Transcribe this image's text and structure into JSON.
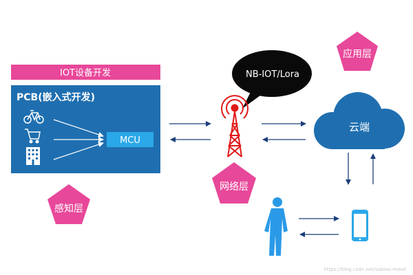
{
  "dev_bar_label": "IOT设备开发",
  "pcb_title": "PCB(嵌入式开发)",
  "mcu_label": "MCU",
  "device_icons": [
    "bicycle-icon",
    "shopping-cart-icon",
    "building-icon"
  ],
  "perception_layer": "感知层",
  "network_layer": "网络层",
  "application_layer": "应用层",
  "protocol_bubble": "NB-IOT/Lora",
  "cloud_label": "云端",
  "watermark": "https://blog.csdn.net/sabiao.mood",
  "colors": {
    "pink": "#e8489a",
    "blue": "#1f6fb0",
    "cyan": "#2aa8e8",
    "navy": "#1b3f7a",
    "tower_red": "#e01818",
    "person_blue": "#2a9ae8"
  }
}
